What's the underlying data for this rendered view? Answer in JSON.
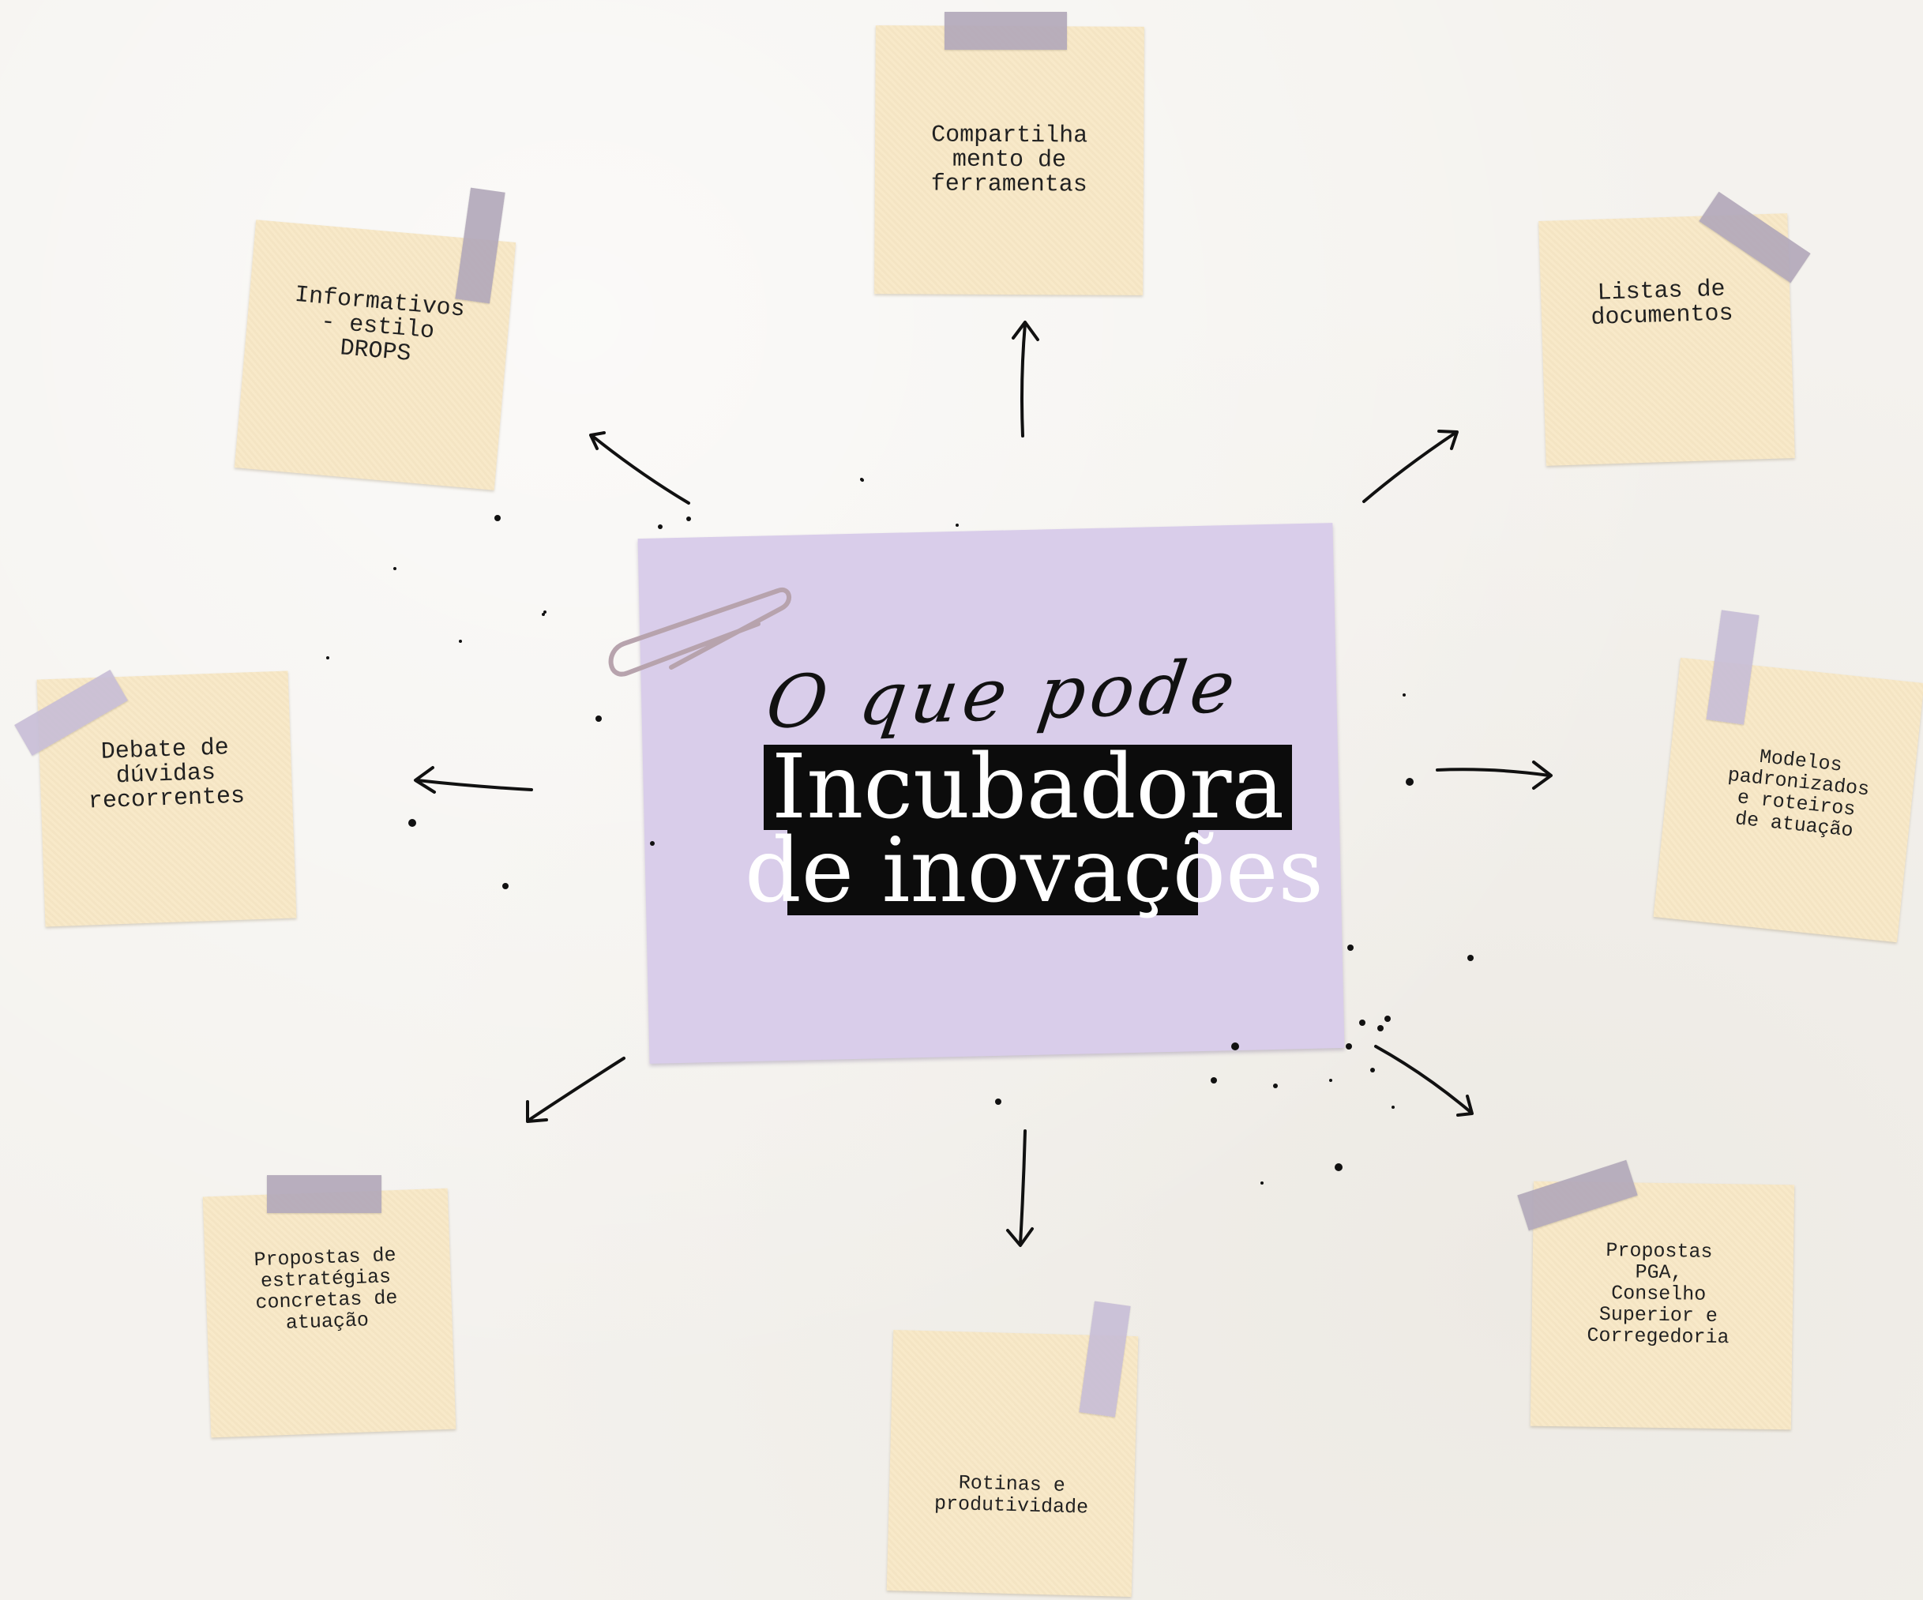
{
  "center": {
    "subtitle": "O que pode ser:",
    "title_line1": "Incubadora",
    "title_line2": "de inovações"
  },
  "notes": [
    {
      "id": "top",
      "text": "Compartilha\nmento de\nferramentas"
    },
    {
      "id": "upper-left",
      "text": "Informativos\n- estilo\nDROPS"
    },
    {
      "id": "upper-right",
      "text": "Listas de\ndocumentos"
    },
    {
      "id": "left",
      "text": "Debate de\ndúvidas\nrecorrentes"
    },
    {
      "id": "right",
      "text": "Modelos\npadronizados\ne roteiros\nde atuação"
    },
    {
      "id": "lower-left",
      "text": "Propostas de\nestratégias\nconcretas de\natuação"
    },
    {
      "id": "bottom",
      "text": "Rotinas e\nprodutividade"
    },
    {
      "id": "lower-right",
      "text": "Propostas\nPGA,\nConselho\nSuperior e\nCorregedoria"
    }
  ],
  "colors": {
    "background": "#f4f2ee",
    "note_fill": "#f8e8c6",
    "center_fill": "#d9cdea",
    "tape": "#c6bcd6",
    "title_block": "#0c0c0c"
  }
}
